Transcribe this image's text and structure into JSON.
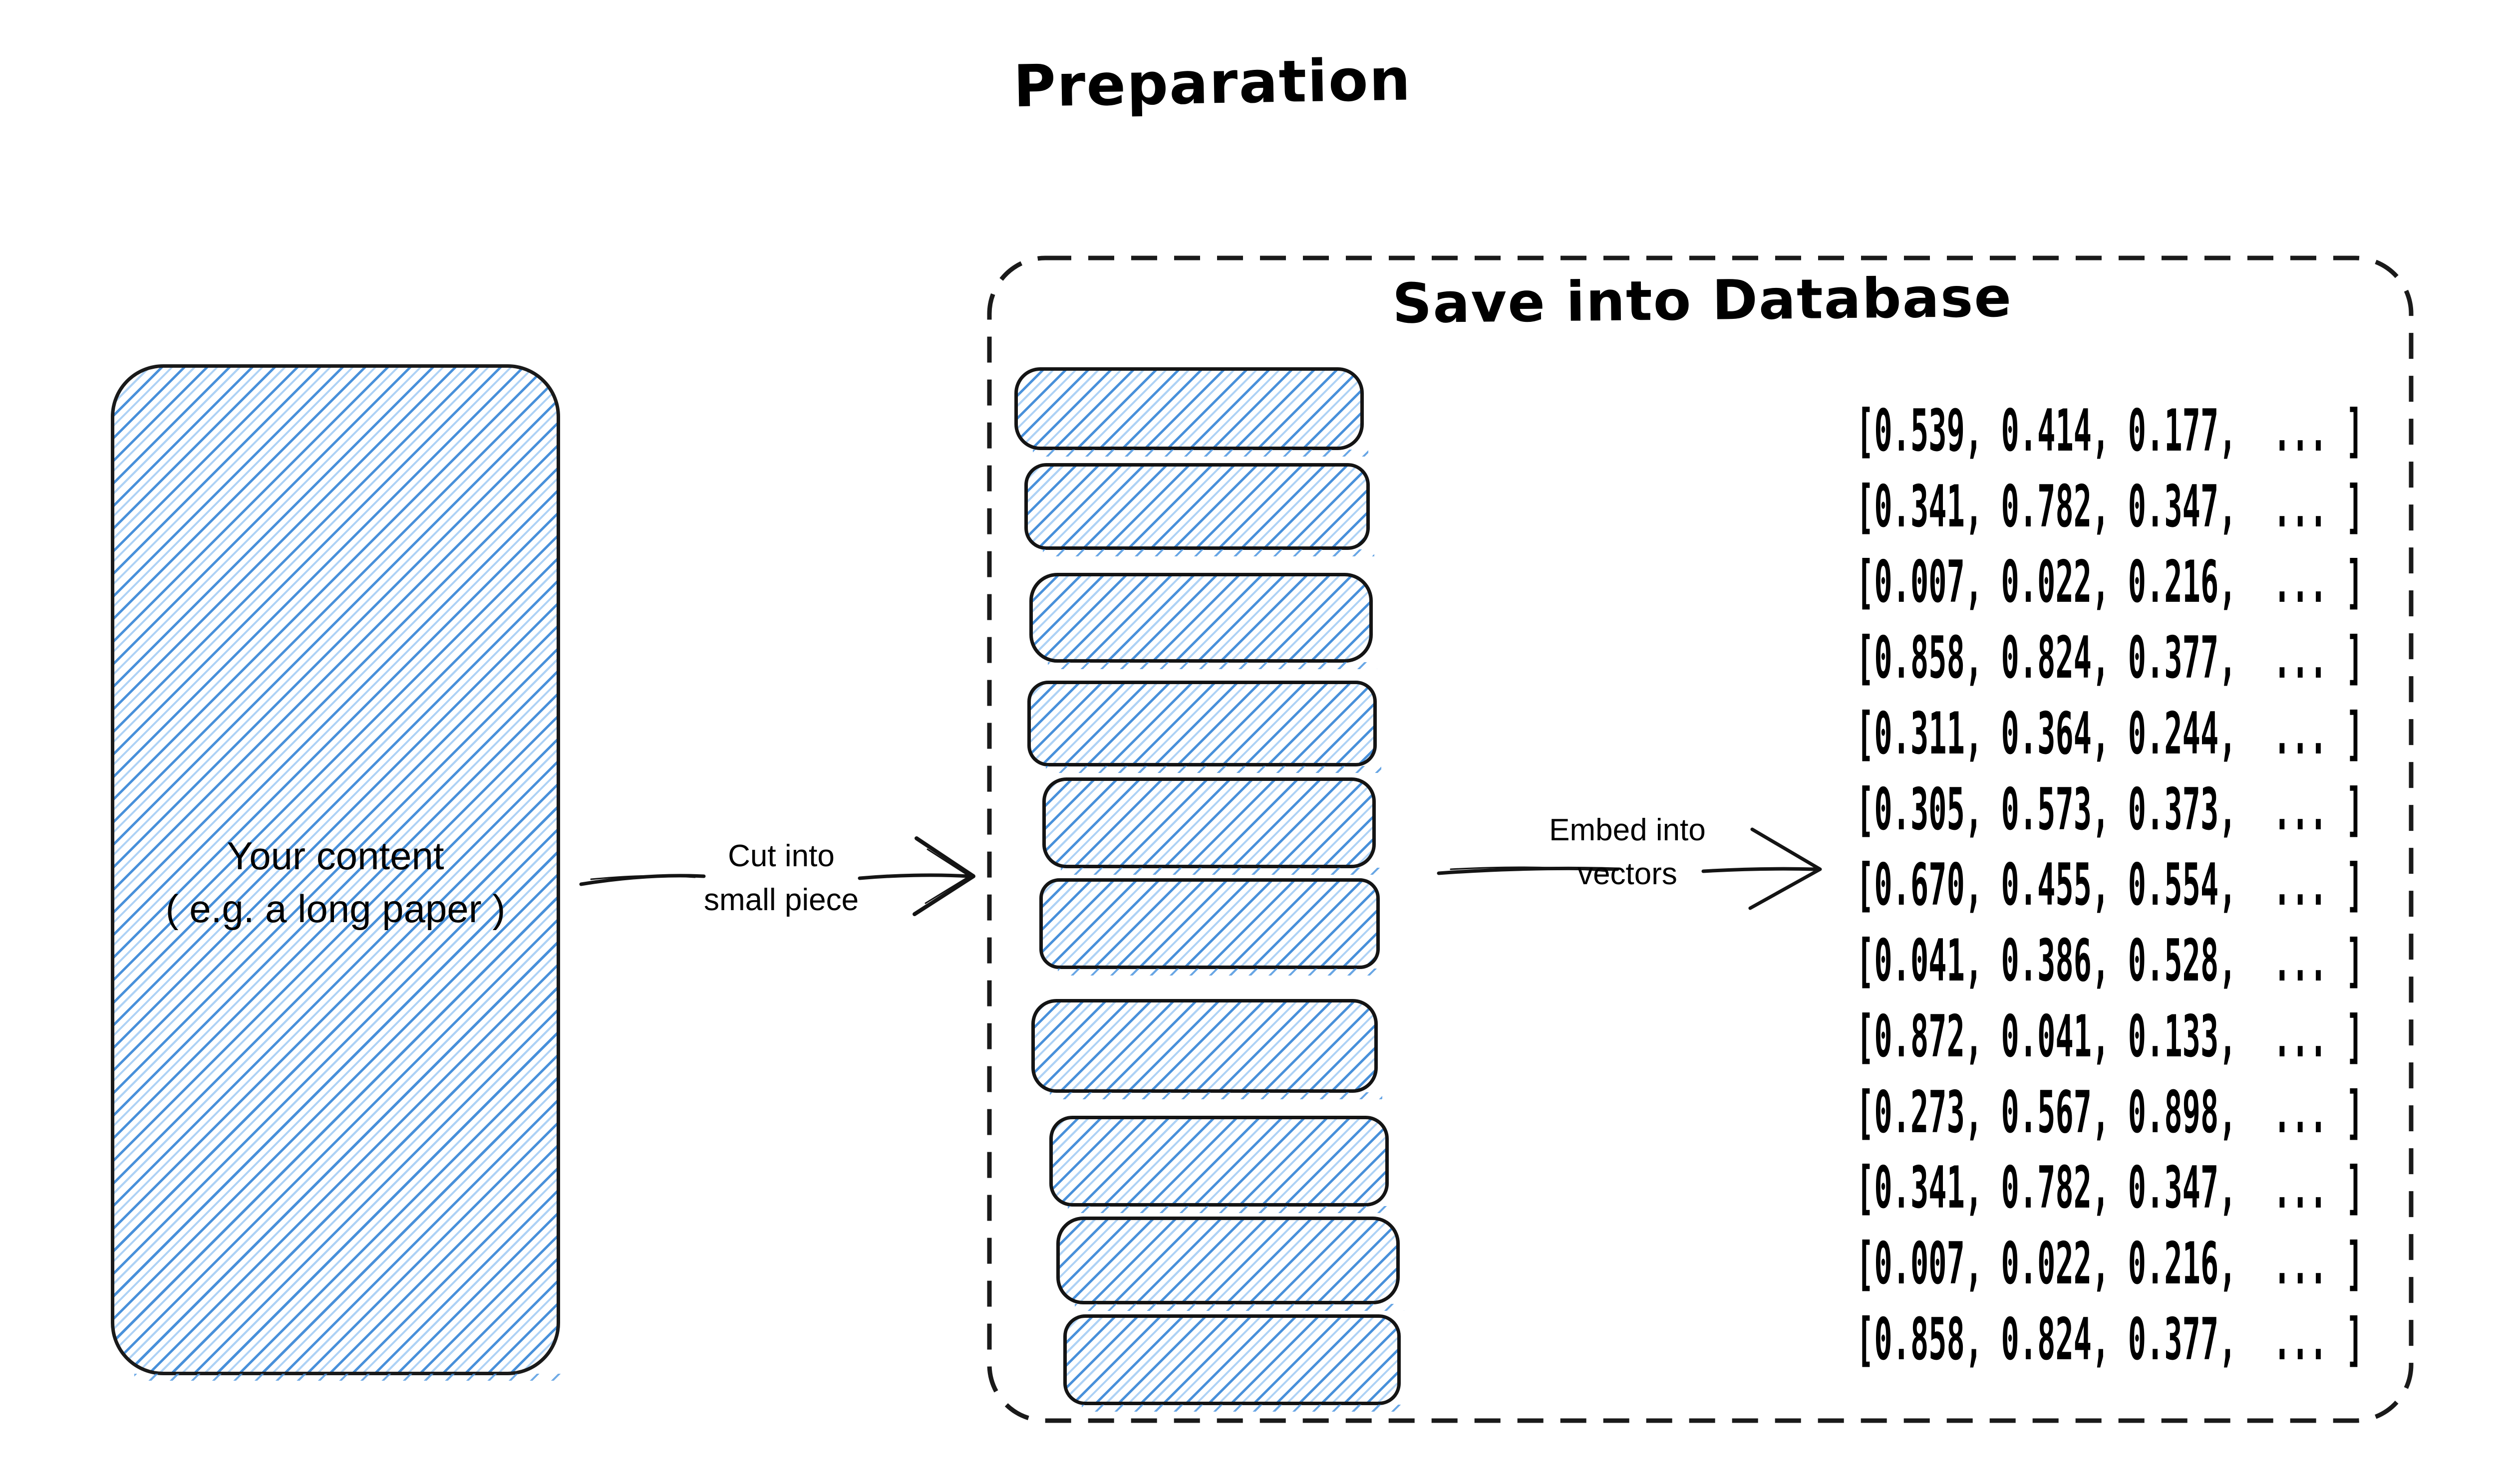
{
  "page_title": "Preparation",
  "left_box": {
    "line1": "Your content",
    "line2": "( e.g. a long paper )"
  },
  "cut_arrow": {
    "line1": "Cut into",
    "line2": "small piece"
  },
  "database_box": {
    "title": "Save into Database",
    "chunk_count": 10
  },
  "embed_arrow": {
    "line1": "Embed into",
    "line2": "vectors"
  },
  "vectors": [
    "[0.539, 0.414, 0.177,  ... ]",
    "[0.341, 0.782, 0.347,  ... ]",
    "[0.007, 0.022, 0.216,  ... ]",
    "[0.858, 0.824, 0.377,  ... ]",
    "[0.311, 0.364, 0.244,  ... ]",
    "[0.305, 0.573, 0.373,  ... ]",
    "[0.670, 0.455, 0.554,  ... ]",
    "[0.041, 0.386, 0.528,  ... ]",
    "[0.872, 0.041, 0.133,  ... ]",
    "[0.273, 0.567, 0.898,  ... ]",
    "[0.341, 0.782, 0.347,  ... ]",
    "[0.007, 0.022, 0.216,  ... ]",
    "[0.858, 0.824, 0.377,  ... ]"
  ],
  "colors": {
    "hatch_blue": "#4d96e0",
    "stroke_black": "#1a1a1a",
    "background": "#ffffff"
  }
}
